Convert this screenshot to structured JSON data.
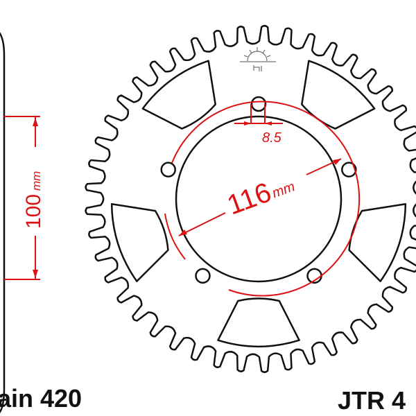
{
  "labels": {
    "chain": "ain 420",
    "part": "JTR 4",
    "width_value": "100",
    "width_unit": "mm",
    "pcd_value": "116",
    "pcd_unit": "mm",
    "hole_value": "8.5"
  },
  "sprocket": {
    "teeth": 45,
    "bolt_holes": 5,
    "windows": 5
  },
  "colors": {
    "outline": "#111111",
    "dimension": "#dd1111"
  }
}
